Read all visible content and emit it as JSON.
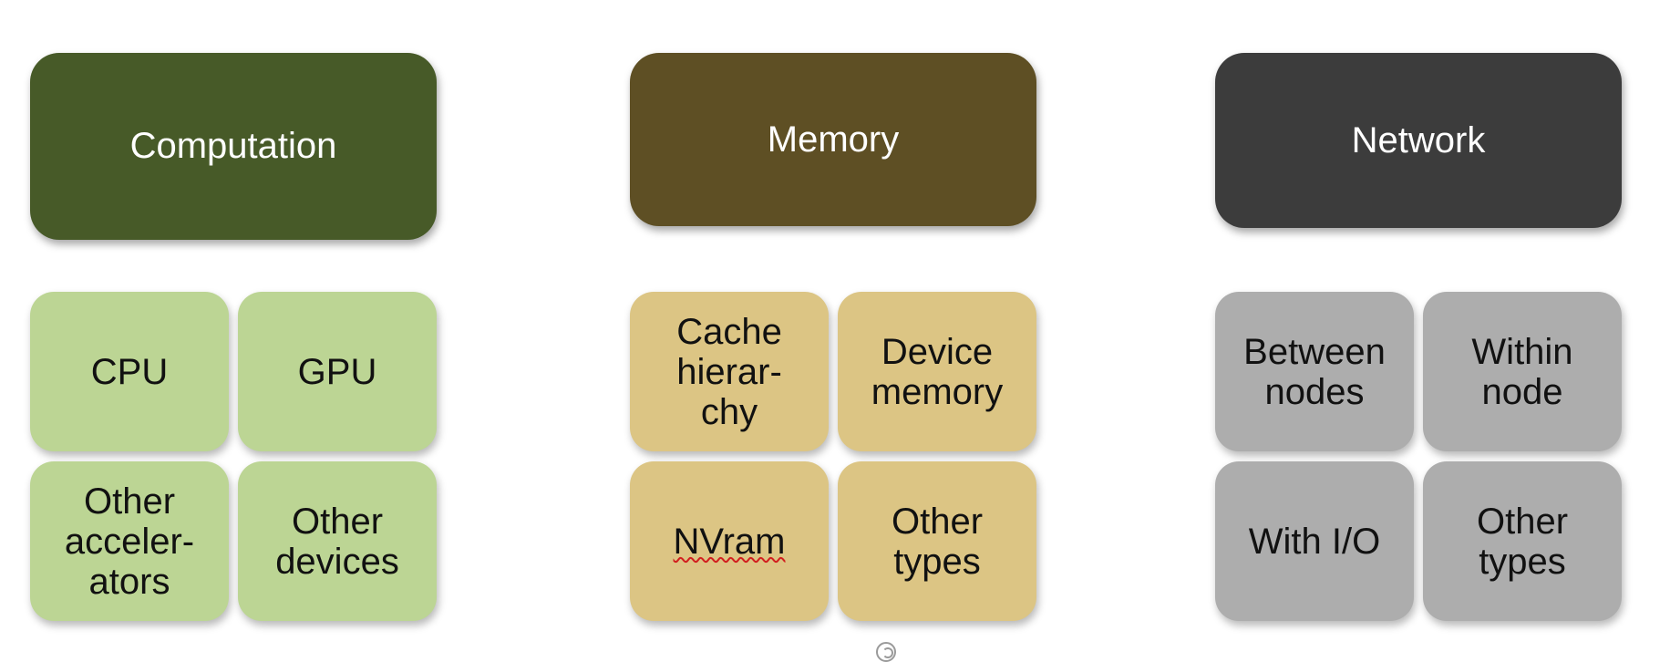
{
  "colors": {
    "computation_header": "#475a28",
    "computation_tile": "#bcd594",
    "memory_header": "#5e4f24",
    "memory_tile": "#dcc584",
    "network_header": "#3c3c3c",
    "network_tile": "#adadad"
  },
  "columns": [
    {
      "title": "Computation",
      "items": [
        {
          "label": "CPU"
        },
        {
          "label": "GPU"
        },
        {
          "label": "Other\nacceler-\nators"
        },
        {
          "label": "Other\ndevices"
        }
      ]
    },
    {
      "title": "Memory",
      "items": [
        {
          "label": "Cache\nhierar-\nchy"
        },
        {
          "label": "Device\nmemory"
        },
        {
          "label": "NVram"
        },
        {
          "label": "Other\ntypes"
        }
      ]
    },
    {
      "title": "Network",
      "items": [
        {
          "label": "Between\nnodes"
        },
        {
          "label": "Within\nnode"
        },
        {
          "label": "With I/O"
        },
        {
          "label": "Other\ntypes"
        }
      ]
    }
  ]
}
